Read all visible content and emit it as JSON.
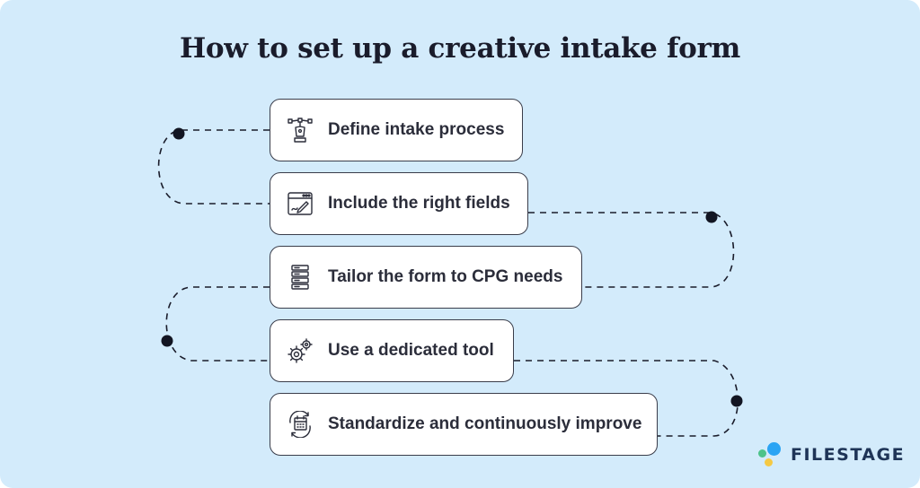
{
  "title": "How to set up a creative intake form",
  "steps": [
    {
      "label": "Define intake process",
      "icon": "pen-tool-icon"
    },
    {
      "label": "Include the right fields",
      "icon": "browser-edit-icon"
    },
    {
      "label": "Tailor the form to CPG needs",
      "icon": "list-form-icon"
    },
    {
      "label": "Use a dedicated tool",
      "icon": "gears-icon"
    },
    {
      "label": "Standardize and continuously improve",
      "icon": "calendar-cycle-icon"
    }
  ],
  "logo": {
    "text": "FILESTAGE",
    "colors": {
      "text": "#1e3457",
      "blue": "#2aa4f4",
      "green": "#4cc38a",
      "yellow": "#f5c944"
    }
  },
  "colors": {
    "background": "#d3ebfb",
    "path": "#1a1c2b",
    "card_border": "#3a3d4a"
  }
}
